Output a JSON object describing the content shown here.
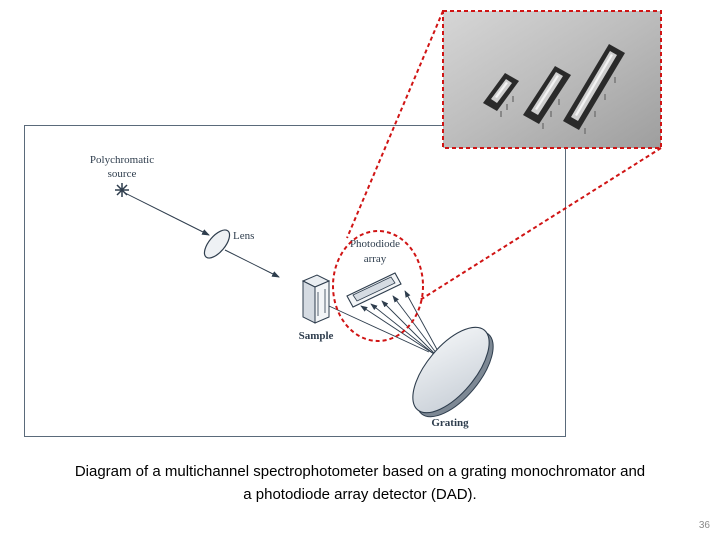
{
  "diagram": {
    "labels": {
      "source": [
        "Polychromatic",
        "source"
      ],
      "lens": "Lens",
      "detector": [
        "Photodiode",
        "array"
      ],
      "sample": "Sample",
      "grating": "Grating"
    }
  },
  "caption": {
    "line1": "Diagram of a multichannel spectrophotometer based on a grating monochromator and",
    "line2": "a photodiode array detector (DAD)."
  },
  "page_number": "36",
  "colors": {
    "highlight": "#d01414",
    "ink": "#2e3d4d"
  }
}
